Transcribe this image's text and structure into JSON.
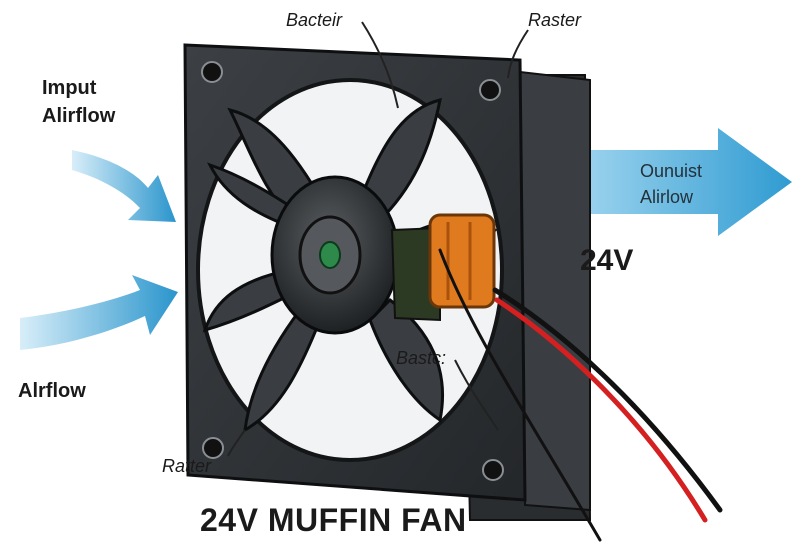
{
  "title": "24V MUFFIN FAN",
  "voltage_label": "24V",
  "labels": {
    "input_airflow": "Imput Alirflow",
    "airflow": "Alrflow",
    "output_airflow": "Ounuist Alirlow",
    "top_bearing": "Bacteir",
    "top_right": "Raster",
    "middle_bearing": "Bastc:",
    "bottom_left": "Ratter"
  },
  "colors": {
    "arrow": "#3fa6d6",
    "frame": "#2f3235",
    "capacitor": "#e07a1f",
    "wire_red": "#d42020",
    "wire_black": "#111111",
    "background": "#ffffff"
  }
}
